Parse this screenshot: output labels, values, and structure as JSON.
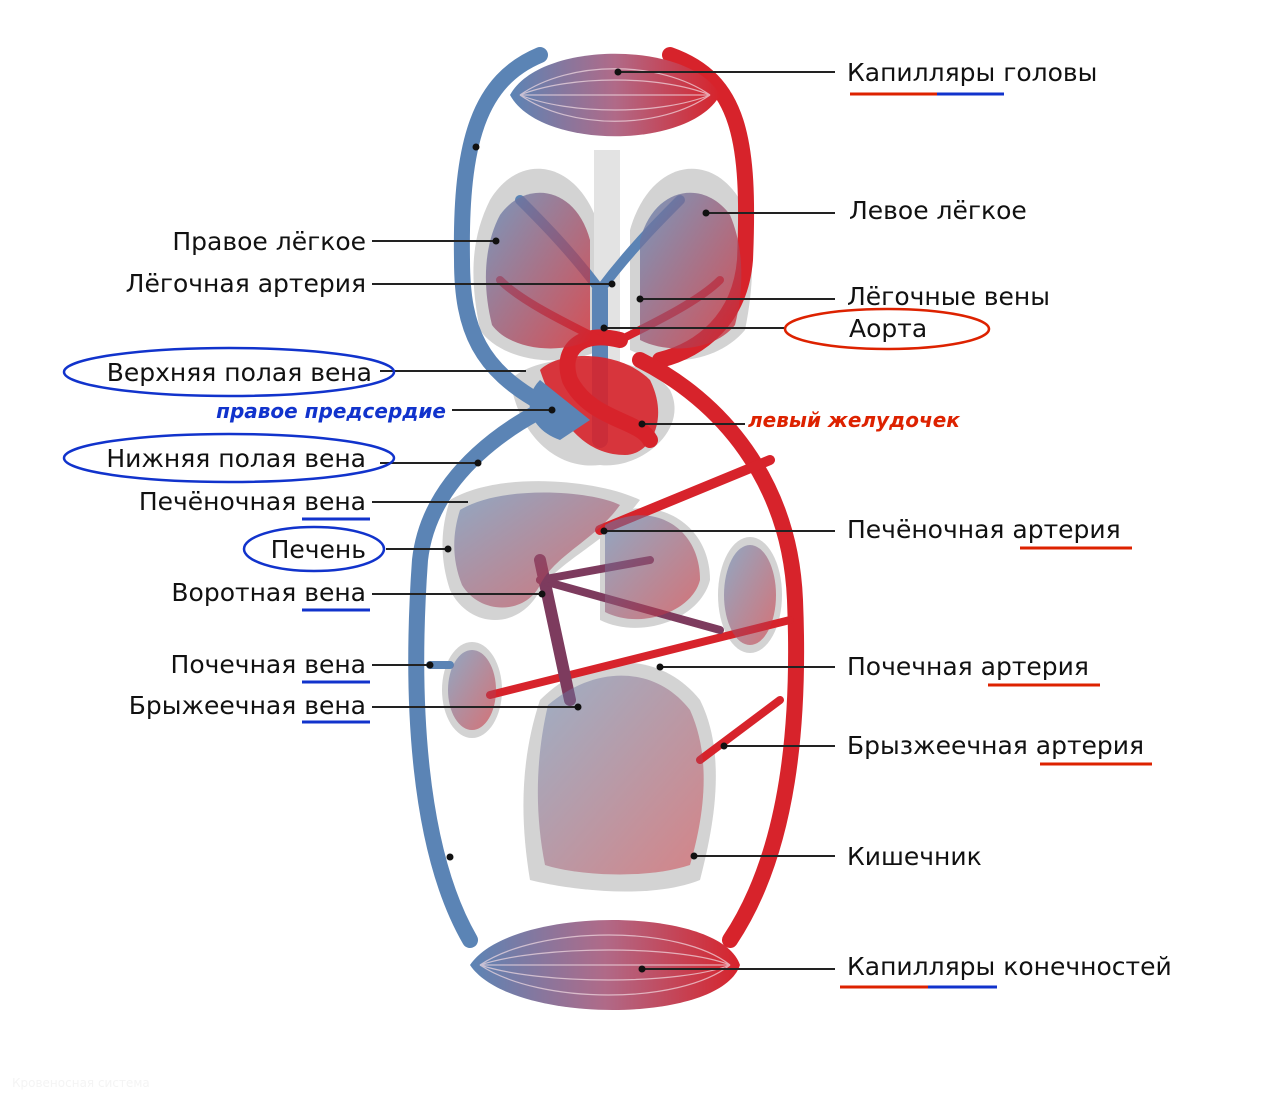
{
  "title": "Кровеносная система",
  "labels": {
    "head_capillaries": {
      "word1": "Капилляры",
      "word2": " головы"
    },
    "left_lung": "Левое лёгкое",
    "right_lung": "Правое лёгкое",
    "pulmonary_artery": "Лёгочная артерия",
    "pulmonary_veins": "Лёгочные вены",
    "aorta": "Аорта",
    "superior_vena_cava": "Верхняя полая вена",
    "right_atrium": "правое предсердие",
    "left_ventricle": "левый желудочек",
    "inferior_vena_cava": "Нижняя полая вена",
    "hepatic_vein": {
      "word1": "Печёночная ",
      "word2": "вена"
    },
    "hepatic_artery": {
      "word1": "Печёночная ",
      "word2": "артерия"
    },
    "liver": "Печень",
    "portal_vein": {
      "word1": "Воротная ",
      "word2": "вена"
    },
    "renal_vein": {
      "word1": "Почечная ",
      "word2": "вена"
    },
    "renal_artery": {
      "word1": "Почечная ",
      "word2": "артерия"
    },
    "mesenteric_vein": {
      "word1": "Брыжеечная ",
      "word2": "вена"
    },
    "mesenteric_artery": {
      "word1": "Брызжеечная ",
      "word2": "артерия"
    },
    "intestine": "Кишечник",
    "limb_capillaries": {
      "word1": "Капилляры",
      "word2": " конечностей"
    }
  },
  "colors": {
    "artery": "#d7232b",
    "vein": "#5b84b5",
    "mixed": "#7d3b5e",
    "organ": "#d5d5d5",
    "annotation_blue": "#1133cc",
    "annotation_red": "#dd2200"
  }
}
